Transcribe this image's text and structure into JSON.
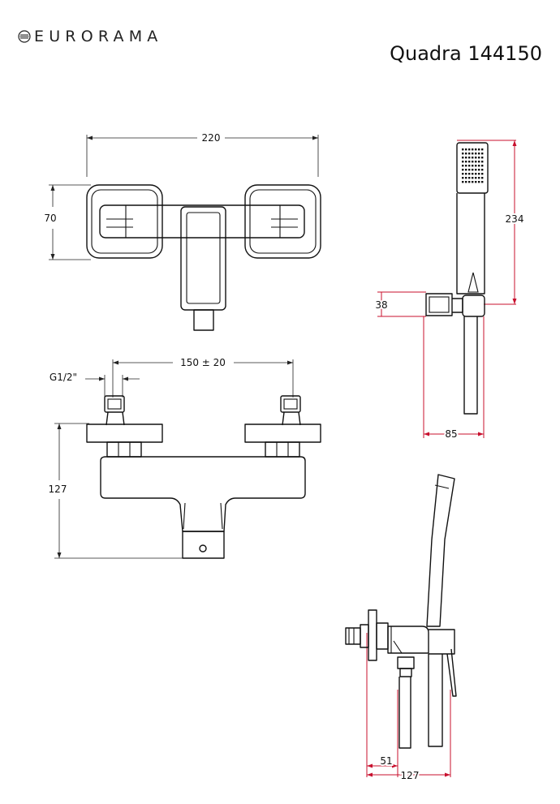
{
  "brand": {
    "name": "EURORAMA"
  },
  "title": "Quadra 144150",
  "colors": {
    "outline": "#111111",
    "dimension_line": "#222222",
    "reference_line": "#c8102e"
  },
  "dimensions": {
    "top_width": "220",
    "top_height": "70",
    "shower_length": "234",
    "holder_depth": "38",
    "holder_width": "85",
    "inlet_spacing": "150 ± 20",
    "thread": "G1/2\"",
    "front_height": "127",
    "side_offset": "51",
    "side_depth": "127"
  }
}
